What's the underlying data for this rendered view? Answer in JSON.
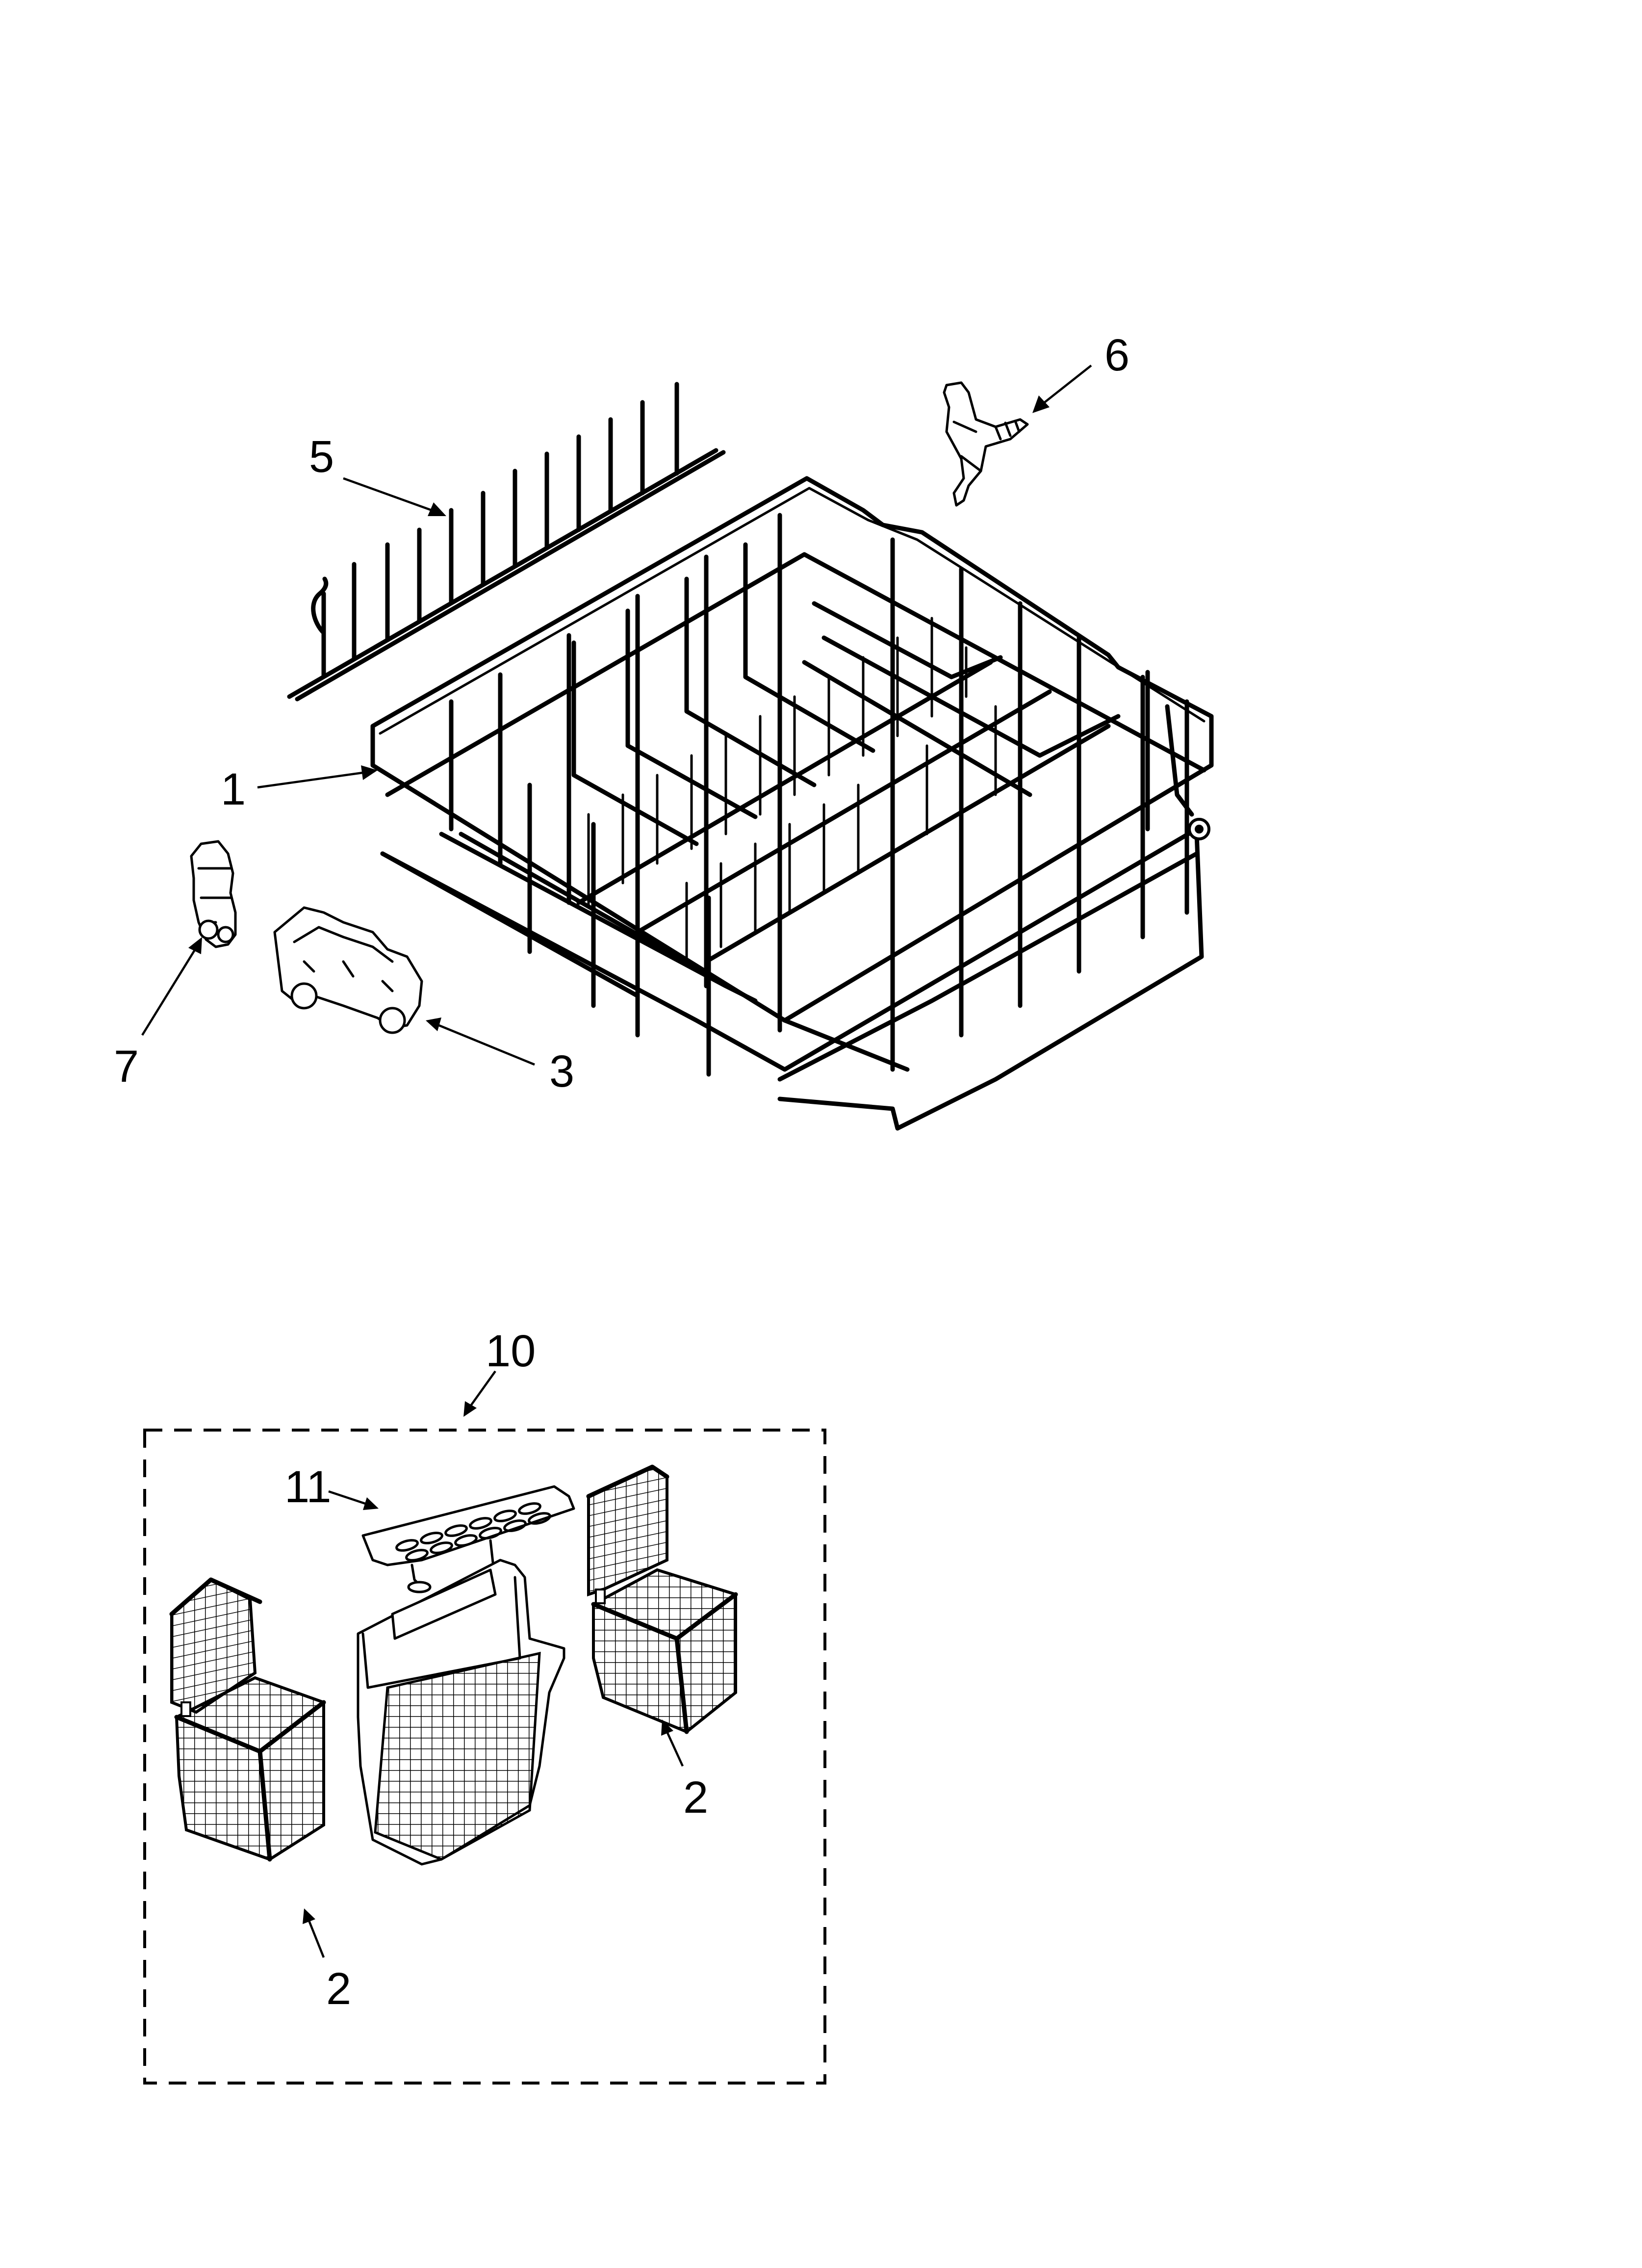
{
  "callouts": {
    "rack": "1",
    "basket_right": "2",
    "basket_left": "2",
    "roller_assembly": "3",
    "tine_row": "5",
    "clip": "6",
    "stop": "7",
    "basket_kit": "10",
    "cover": "11"
  }
}
